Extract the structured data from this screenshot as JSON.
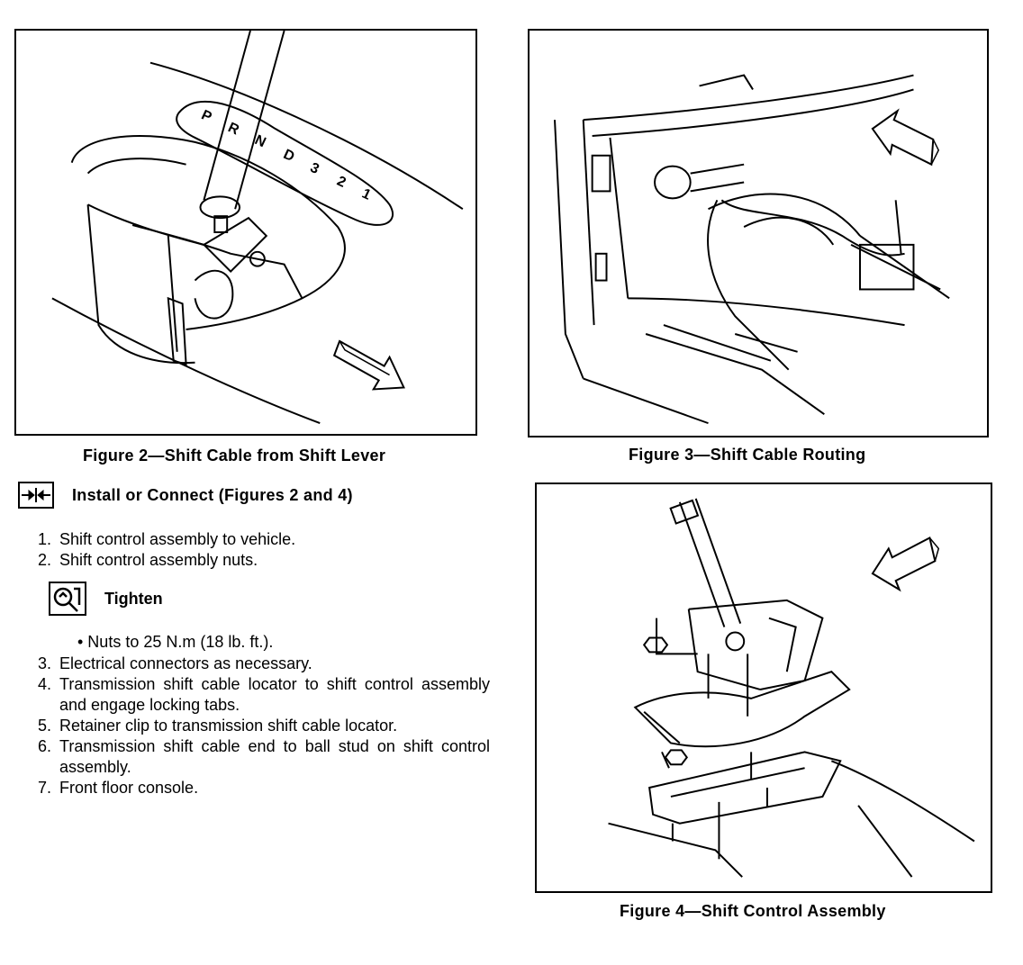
{
  "figures": {
    "fig2": {
      "caption": "Figure 2—Shift Cable from Shift Lever"
    },
    "fig3": {
      "caption": "Figure 3—Shift Cable Routing"
    },
    "fig4": {
      "caption": "Figure 4—Shift Control Assembly"
    },
    "fig2_gear_letters": [
      "P",
      "R",
      "N",
      "D",
      "3",
      "2",
      "1"
    ]
  },
  "install": {
    "icon": "install-connect-icon",
    "title": "Install or Connect (Figures 2 and 4)",
    "steps_a": [
      {
        "num": "1.",
        "text": "Shift control assembly to vehicle."
      },
      {
        "num": "2.",
        "text": "Shift control assembly nuts."
      }
    ],
    "tighten": {
      "icon": "torque-wrench-icon",
      "label": "Tighten",
      "bullet": "• Nuts to 25 N.m (18 lb. ft.)."
    },
    "steps_b": [
      {
        "num": "3.",
        "text": "Electrical connectors as necessary."
      },
      {
        "num": "4.",
        "text": "Transmission shift cable locator to shift control assembly and engage locking tabs."
      },
      {
        "num": "5.",
        "text": "Retainer clip to transmission shift cable locator."
      },
      {
        "num": "6.",
        "text": "Transmission shift cable end to ball stud on shift control assembly."
      },
      {
        "num": "7.",
        "text": "Front floor console."
      }
    ]
  }
}
